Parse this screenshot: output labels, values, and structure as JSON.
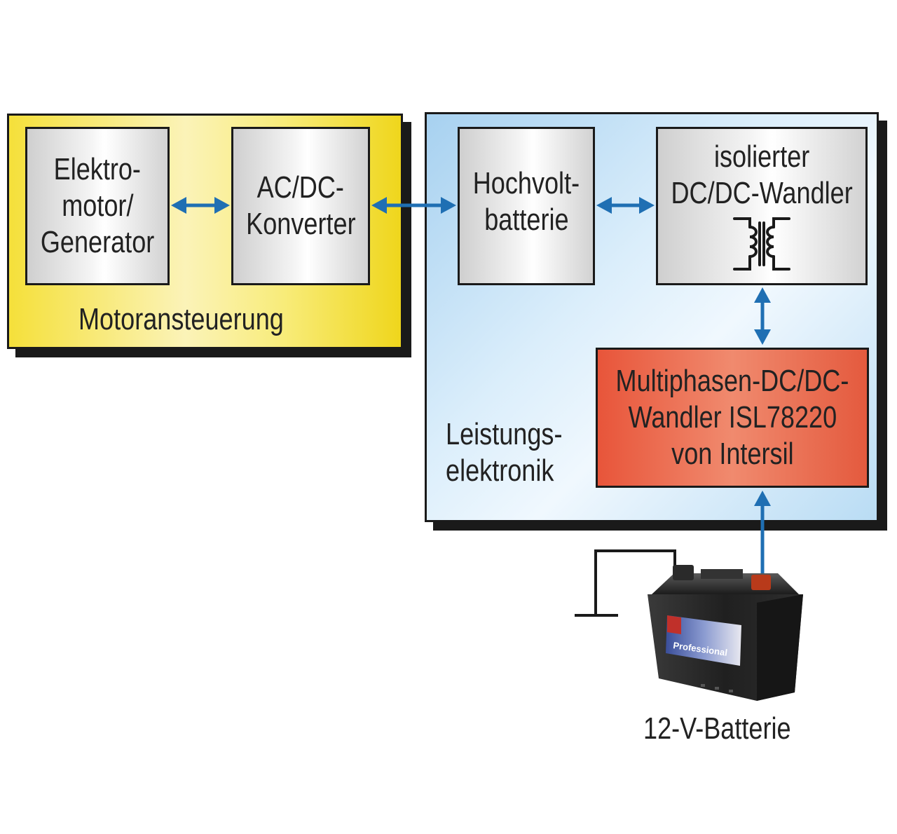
{
  "groups": {
    "motor_control": "Motoransteuerung",
    "power_electronics": [
      "Leistungs-",
      "elektronik"
    ]
  },
  "blocks": {
    "motor_generator": [
      "Elektro-",
      "motor/",
      "Generator"
    ],
    "acdc_converter": [
      "AC/DC-",
      "Konverter"
    ],
    "hv_battery": [
      "Hochvolt-",
      "batterie"
    ],
    "isolated_dcdc": [
      "isolierter",
      "DC/DC-Wandler"
    ],
    "multiphase_dcdc": [
      "Multiphasen-DC/DC-",
      "Wandler ISL78220",
      "von Intersil"
    ]
  },
  "battery": {
    "label": "12-V-Batterie",
    "brand": "Professional"
  },
  "colors": {
    "arrow": "#1f6fb3",
    "motor_group": "#f5e03a",
    "power_group": "#a7d1f0",
    "multiphase_block": "#e8553a"
  }
}
